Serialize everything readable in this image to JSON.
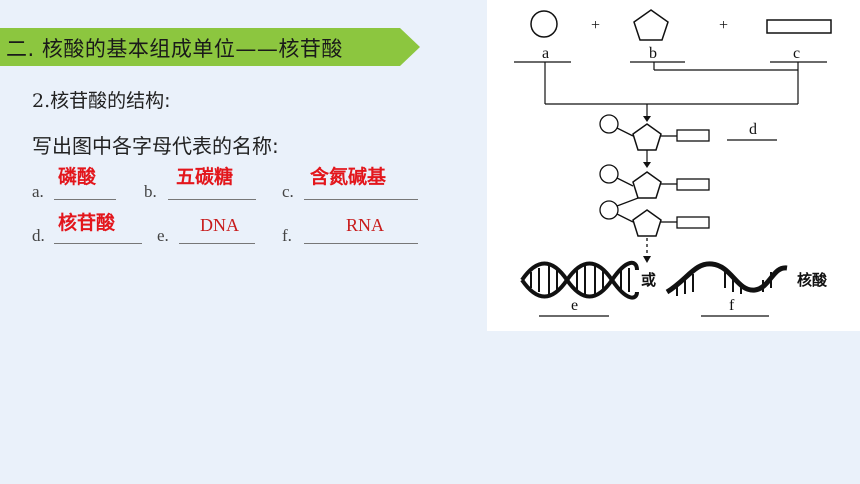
{
  "banner": {
    "title": "二. 核酸的基本组成单位——核苷酸",
    "color": "#8cc63f"
  },
  "subtitle": {
    "number": "2.",
    "text": "核苷酸的结构:"
  },
  "instruction": "写出图中各字母代表的名称:",
  "items": [
    {
      "letter": "a.",
      "answer": "磷酸"
    },
    {
      "letter": "b.",
      "answer": "五碳糖"
    },
    {
      "letter": "c.",
      "answer": "含氮碱基"
    },
    {
      "letter": "d.",
      "answer": "核苷酸"
    },
    {
      "letter": "e.",
      "answer": "DNA"
    },
    {
      "letter": "f.",
      "answer": "RNA"
    }
  ],
  "diagram": {
    "labels": {
      "a": "a",
      "b": "b",
      "c": "c",
      "d": "d",
      "e": "e",
      "f": "f"
    },
    "plus": "+",
    "or_text": "或",
    "nucleic_acid": "核酸"
  },
  "colors": {
    "answer_red": "#e3161c",
    "background": "#eaf1fa"
  }
}
